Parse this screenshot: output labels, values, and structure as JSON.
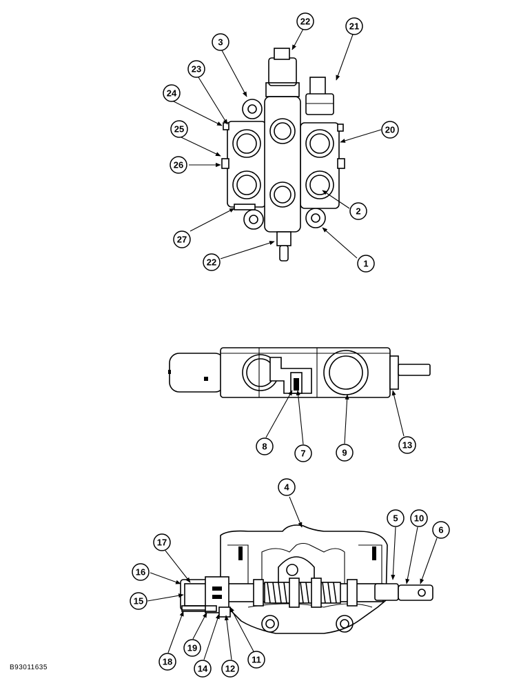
{
  "figure_code": "B93011635",
  "top_view": {
    "callouts": [
      "22",
      "21",
      "3",
      "23",
      "24",
      "20",
      "25",
      "26",
      "2",
      "27",
      "22",
      "1"
    ]
  },
  "side_view": {
    "callouts": [
      "8",
      "7",
      "9",
      "13"
    ]
  },
  "section_view": {
    "callouts": [
      "4",
      "5",
      "10",
      "6",
      "17",
      "16",
      "15",
      "18",
      "19",
      "14",
      "12",
      "11"
    ]
  }
}
